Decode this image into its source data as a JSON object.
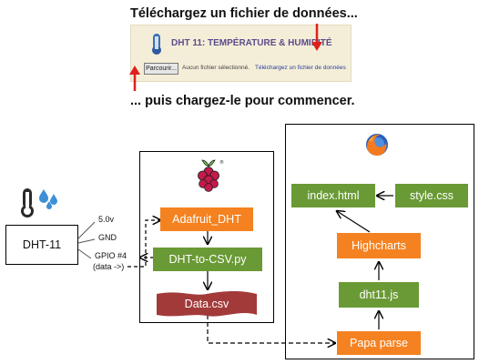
{
  "header": {
    "top_caption": "Téléchargez un fichier de données...",
    "bottom_caption": "... puis chargez-le pour commencer."
  },
  "screenshot": {
    "heading": "DHT 11: TEMPÉRATURE & HUMIDITÉ",
    "browse_button": "Parcourir...",
    "no_file_text": "Aucun fichier sélectionné.",
    "upload_link": "Téléchargez un fichier de données"
  },
  "sensor": {
    "label": "DHT-11",
    "pins": [
      "5.0v",
      "GND",
      "GPIO #4"
    ],
    "pin_note": "(data ->)"
  },
  "raspberry_pi": {
    "nodes": [
      "Adafruit_DHT",
      "DHT-to-CSV.py",
      "Data.csv"
    ]
  },
  "browser": {
    "nodes": [
      "index.html",
      "style.css",
      "Highcharts",
      "dht11.js",
      "Papa parse"
    ]
  },
  "colors": {
    "orange": "#f58220",
    "green": "#6a9a35",
    "csv": "#a33a3a",
    "arrow_red": "#e0201b"
  },
  "icons": [
    "thermometer-icon",
    "water-drops-icon",
    "raspberry-pi-logo-icon",
    "firefox-logo-icon"
  ]
}
